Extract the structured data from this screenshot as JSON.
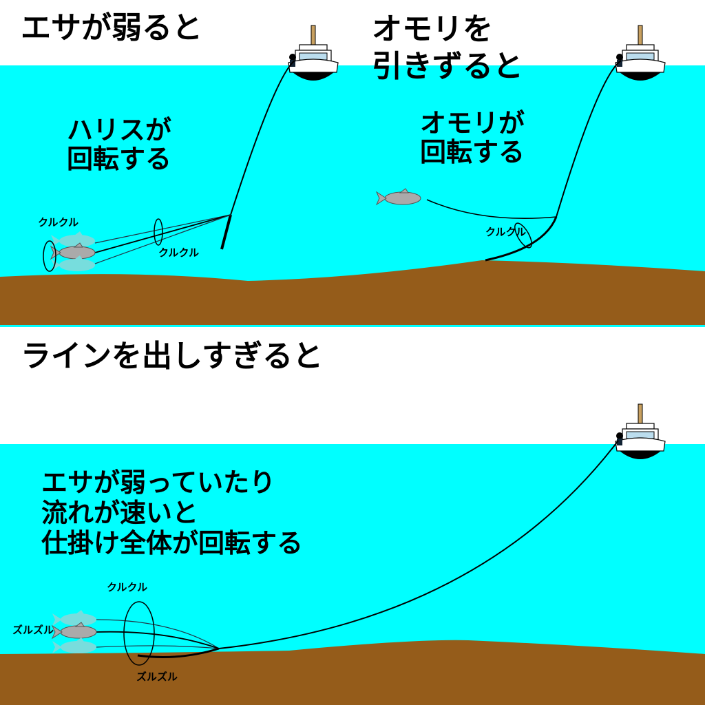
{
  "colors": {
    "water": "#00ffff",
    "seabed": "#955c1a",
    "sky": "#ffffff"
  },
  "panel1": {
    "title": "エサが弱ると",
    "caption": [
      "ハリスが",
      "回転する"
    ],
    "labels": [
      "クルクル",
      "クルクル"
    ]
  },
  "panel2": {
    "title": [
      "オモリを",
      "引きずると"
    ],
    "caption": [
      "オモリが",
      "回転する"
    ],
    "labels": [
      "クルクル"
    ]
  },
  "panel3": {
    "title": "ラインを出しすぎると",
    "caption": [
      "エサが弱っていたり",
      "流れが速いと",
      "仕掛け全体が回転する"
    ],
    "labels": [
      "クルクル",
      "ズルズル",
      "ズルズル"
    ]
  }
}
